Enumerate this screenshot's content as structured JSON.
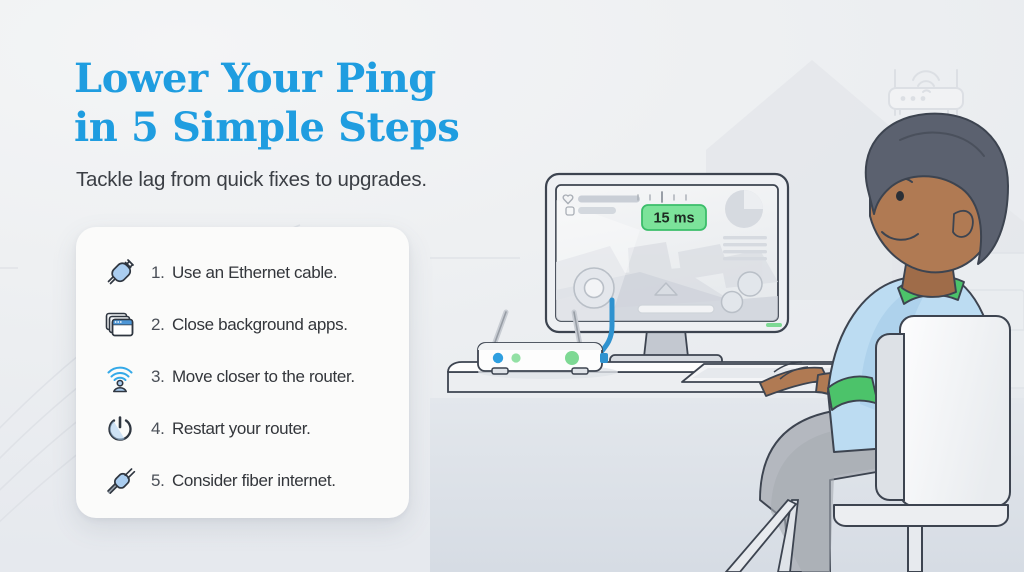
{
  "page": {
    "headline": "Lower Your Ping\nin 5 Simple Steps",
    "subhead": "Tackle lag from quick fixes to upgrades.",
    "accent_color": "#1f9de0",
    "background_color": "#eceef1",
    "card_color": "#fbfbfa"
  },
  "steps": [
    {
      "num": "1.",
      "text": "Use an Ethernet cable.",
      "icon": "ethernet-plug-icon"
    },
    {
      "num": "2.",
      "text": "Close background apps.",
      "icon": "window-stack-icon"
    },
    {
      "num": "3.",
      "text": "Move closer to the router.",
      "icon": "wifi-person-icon"
    },
    {
      "num": "4.",
      "text": "Restart your router.",
      "icon": "power-button-icon"
    },
    {
      "num": "5.",
      "text": "Consider fiber internet.",
      "icon": "fiber-plug-icon"
    }
  ],
  "illustration": {
    "monitor": {
      "ping_badge": "15 ms",
      "ping_badge_fill": "#7ce39a",
      "ping_badge_border": "#3bbd6a",
      "ping_badge_text_color": "#1d2b22"
    },
    "desk_router": {
      "led_blue": "#2f9fe0",
      "led_green_small": "#92e0a4",
      "led_green_large": "#7ed994"
    },
    "cable_color": "#2f92cf",
    "person": {
      "shirt_color": "#bcdcf2",
      "collar_color": "#4cc36a",
      "pants_color": "#b4b8bf",
      "skin_color": "#b07a53",
      "hair_color": "#5b616f"
    },
    "chair_color": "#fbfcfd",
    "desk_color": "#fdfdfd",
    "outline_color": "#3d4450"
  }
}
